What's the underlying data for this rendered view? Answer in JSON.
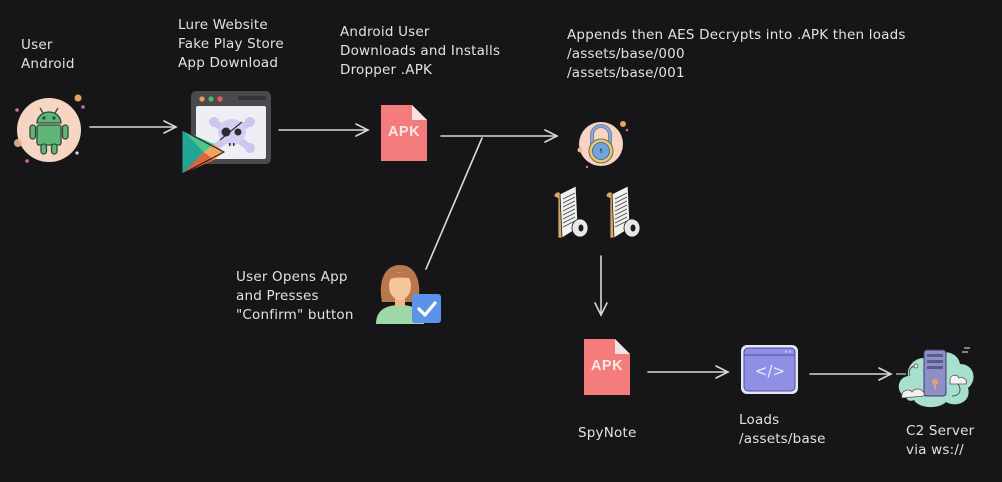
{
  "diagram": {
    "title": "SpyNote Android infection flow",
    "nodes": {
      "user_android": {
        "label": "User\nAndroid",
        "icon": "android-icon"
      },
      "lure_website": {
        "label": "Lure Website\nFake Play Store\nApp Download",
        "icon": "malicious-browser-icon"
      },
      "dropper_apk": {
        "label": "Android User\nDownloads and Installs\nDropper .APK",
        "icon": "apk-file-icon",
        "badge": "APK"
      },
      "user_confirm": {
        "label": "User Opens App\nand Presses\n\"Confirm\" button",
        "icon": "user-confirm-icon"
      },
      "decrypt": {
        "label": "Appends then AES Decrypts into .APK then loads\n/assets/base/000\n/assets/base/001",
        "icon": "padlock-icon"
      },
      "asset_files": {
        "icons": [
          "encrypted-file-icon",
          "encrypted-file-icon"
        ]
      },
      "spynote_apk": {
        "label": "SpyNote",
        "icon": "apk-file-icon",
        "badge": "APK"
      },
      "loads_assets": {
        "label": "Loads\n/assets/base",
        "icon": "code-window-icon",
        "code_glyph": "</>"
      },
      "c2_server": {
        "label": "C2 Server\nvia ws://",
        "icon": "cloud-server-icon"
      }
    },
    "edges": [
      {
        "from": "user_android",
        "to": "lure_website"
      },
      {
        "from": "lure_website",
        "to": "dropper_apk"
      },
      {
        "from": "dropper_apk",
        "to": "decrypt"
      },
      {
        "from": "user_confirm",
        "to": "dropper_apk-decrypt-edge"
      },
      {
        "from": "asset_files",
        "to": "spynote_apk"
      },
      {
        "from": "spynote_apk",
        "to": "loads_assets"
      },
      {
        "from": "loads_assets",
        "to": "c2_server"
      }
    ],
    "colors": {
      "background": "#161618",
      "text": "#e2e2e2",
      "arrow": "#d8d8d8",
      "apk_fill": "#f47c7c",
      "android_green": "#5fb57a",
      "peach_circle": "#f6d6c2",
      "code_window": "#8f8fe6",
      "cloud": "#a8e0cf",
      "check_blue": "#5b93e8"
    }
  }
}
